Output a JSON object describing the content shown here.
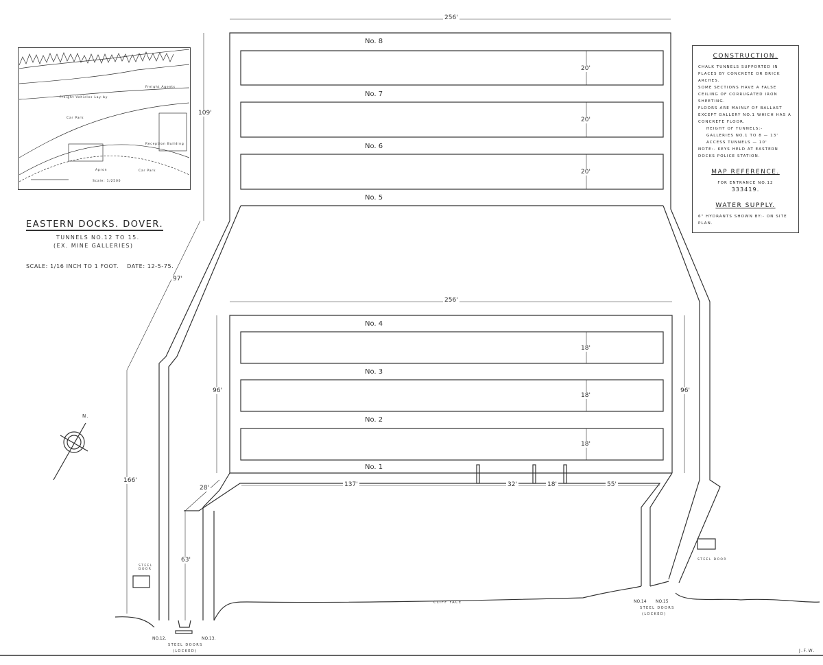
{
  "title": {
    "main": "EASTERN DOCKS. DOVER.",
    "sub1": "TUNNELS  No.12 to 15.",
    "sub2": "(EX. MINE GALLERIES)",
    "scale": "SCALE: 1/16 INCH TO 1 FOOT.",
    "date": "DATE: 12-5-75."
  },
  "construction": {
    "heading": "CONSTRUCTION.",
    "lines": [
      "Chalk tunnels supported in places by concrete or brick arches.",
      "Some sections have a false ceiling of corrugated iron sheeting.",
      "Floors are mainly of ballast except gallery No.1 which has a concrete floor.",
      "Height of tunnels:-",
      "Galleries No.1 to 8 — 13'",
      "Access tunnels — 10'",
      "Note:- Keys held at Eastern Docks Police Station."
    ],
    "map_heading": "MAP REFERENCE.",
    "map_text": "For entrance No.12",
    "map_ref": "333419.",
    "water_heading": "WATER SUPPLY.",
    "water_text": "6\" hydrants shown by:- on site plan."
  },
  "inset_map": {
    "labels": [
      "Car Park",
      "Car Park",
      "Apron",
      "Freight Vehicles Lay-by",
      "Freight Agents",
      "Reception Building",
      "Scale: 1/2500"
    ]
  },
  "galleries": [
    "No. 8",
    "No. 7",
    "No. 6",
    "No. 5",
    "No. 4",
    "No. 3",
    "No. 2",
    "No. 1"
  ],
  "dimensions": {
    "top_width": "256'",
    "lower_width": "256'",
    "g8": "20'",
    "g7": "20'",
    "g6": "20'",
    "g4": "18'",
    "g3": "18'",
    "g2": "18'",
    "left_upper": "109'",
    "diag_left": "97'",
    "left_long": "166'",
    "left_short": "28'",
    "entrance_depth": "63'",
    "lower_left": "96'",
    "lower_right": "96'",
    "g1_a": "137'",
    "g1_b": "32'",
    "g1_c": "18'",
    "g1_d": "55'"
  },
  "labels": {
    "cliff_face": "CLIFF FACE",
    "steel_door_left": "STEEL DOOR",
    "steel_door_right": "STEEL DOOR",
    "entrance_12": "No.12.",
    "entrance_13": "No.13.",
    "entrance_14": "No.14",
    "entrance_15": "No.15",
    "steel_doors_left": "STEEL DOORS",
    "locked_left": "(LOCKED)",
    "steel_doors_right": "STEEL DOORS",
    "locked_right": "(LOCKED)",
    "north": "N.",
    "initials": "J.F.W."
  }
}
